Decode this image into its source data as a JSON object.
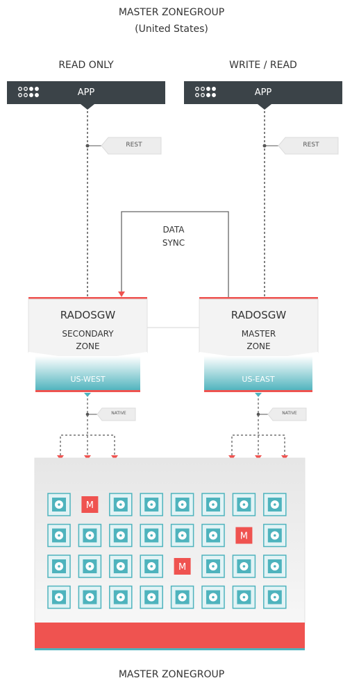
{
  "header": {
    "title": "MASTER ZONEGROUP",
    "subtitle": "(United States)"
  },
  "left": {
    "access_label": "READ ONLY",
    "app_label": "APP",
    "rest_label": "REST",
    "gateway_title": "RADOSGW",
    "zone_label_line1": "SECONDARY",
    "zone_label_line2": "ZONE",
    "region_label": "US-WEST",
    "native_label": "NATIVE"
  },
  "right": {
    "access_label": "WRITE / READ",
    "app_label": "APP",
    "rest_label": "REST",
    "gateway_title": "RADOSGW",
    "zone_label_line1": "MASTER",
    "zone_label_line2": "ZONE",
    "region_label": "US-EAST",
    "native_label": "NATIVE"
  },
  "sync_label_line1": "DATA",
  "sync_label_line2": "SYNC",
  "cluster": {
    "grid": [
      [
        "osd",
        "M",
        "osd",
        "osd",
        "osd",
        "osd",
        "osd",
        "osd"
      ],
      [
        "osd",
        "osd",
        "osd",
        "osd",
        "osd",
        "osd",
        "M",
        "osd"
      ],
      [
        "osd",
        "osd",
        "osd",
        "osd",
        "M",
        "osd",
        "osd",
        "osd"
      ],
      [
        "osd",
        "osd",
        "osd",
        "osd",
        "osd",
        "osd",
        "osd",
        "osd"
      ]
    ],
    "monitor_letter": "M"
  },
  "footer": {
    "title": "MASTER ZONEGROUP"
  },
  "colors": {
    "app_bar": "#3b4348",
    "accent_red": "#ef5350",
    "teal": "#4eb3bd",
    "cluster_bg": "#ececec",
    "line": "#555555"
  },
  "icons": {
    "app": "dots-icon",
    "osd": "disk-icon",
    "monitor": "monitor-icon"
  }
}
